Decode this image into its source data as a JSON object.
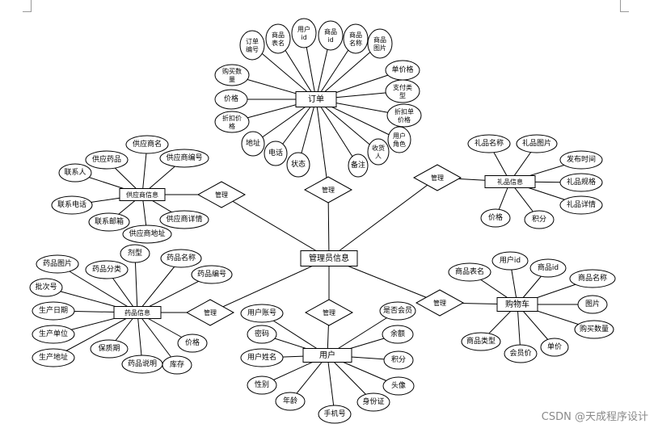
{
  "diagram": {
    "entities": [
      {
        "id": "order",
        "label": "订单"
      },
      {
        "id": "supplier",
        "label": "供应商信息"
      },
      {
        "id": "gift",
        "label": "礼品信息"
      },
      {
        "id": "admin",
        "label": "管理员信息"
      },
      {
        "id": "drug",
        "label": "药品信息"
      },
      {
        "id": "user",
        "label": "用户"
      },
      {
        "id": "cart",
        "label": "购物车"
      }
    ],
    "relationships": [
      {
        "id": "r_order",
        "label": "管理"
      },
      {
        "id": "r_supplier",
        "label": "管理"
      },
      {
        "id": "r_gift",
        "label": "管理"
      },
      {
        "id": "r_drug",
        "label": "管理"
      },
      {
        "id": "r_user",
        "label": "管理"
      },
      {
        "id": "r_cart",
        "label": "管理"
      }
    ],
    "attributes": [
      {
        "id": "o1",
        "label": "订单\n编号",
        "entity": "order"
      },
      {
        "id": "o2",
        "label": "商品\n表名",
        "entity": "order"
      },
      {
        "id": "o3",
        "label": "用户\nid",
        "entity": "order"
      },
      {
        "id": "o4",
        "label": "商品\nid",
        "entity": "order"
      },
      {
        "id": "o5",
        "label": "商品\n名称",
        "entity": "order"
      },
      {
        "id": "o6",
        "label": "商品\n图片",
        "entity": "order"
      },
      {
        "id": "o7",
        "label": "单价格",
        "entity": "order"
      },
      {
        "id": "o8",
        "label": "支付类\n型",
        "entity": "order"
      },
      {
        "id": "o9",
        "label": "折扣单\n价格",
        "entity": "order"
      },
      {
        "id": "o10",
        "label": "用户\n角色",
        "entity": "order"
      },
      {
        "id": "o11",
        "label": "收货\n人",
        "entity": "order"
      },
      {
        "id": "o12",
        "label": "备注",
        "entity": "order"
      },
      {
        "id": "o13",
        "label": "状态",
        "entity": "order"
      },
      {
        "id": "o14",
        "label": "电话",
        "entity": "order"
      },
      {
        "id": "o15",
        "label": "地址",
        "entity": "order"
      },
      {
        "id": "o16",
        "label": "折扣价\n格",
        "entity": "order"
      },
      {
        "id": "o17",
        "label": "价格",
        "entity": "order"
      },
      {
        "id": "o18",
        "label": "购买数\n量",
        "entity": "order"
      },
      {
        "id": "s1",
        "label": "供应商名",
        "entity": "supplier"
      },
      {
        "id": "s2",
        "label": "供应药品",
        "entity": "supplier"
      },
      {
        "id": "s3",
        "label": "供应商编号",
        "entity": "supplier"
      },
      {
        "id": "s4",
        "label": "联系人",
        "entity": "supplier"
      },
      {
        "id": "s5",
        "label": "联系电话",
        "entity": "supplier"
      },
      {
        "id": "s6",
        "label": "联系邮箱",
        "entity": "supplier"
      },
      {
        "id": "s7",
        "label": "供应商详情",
        "entity": "supplier"
      },
      {
        "id": "s8",
        "label": "供应商地址",
        "entity": "supplier"
      },
      {
        "id": "g1",
        "label": "礼品名称",
        "entity": "gift"
      },
      {
        "id": "g2",
        "label": "礼品图片",
        "entity": "gift"
      },
      {
        "id": "g3",
        "label": "发布时间",
        "entity": "gift"
      },
      {
        "id": "g4",
        "label": "礼品规格",
        "entity": "gift"
      },
      {
        "id": "g5",
        "label": "礼品详情",
        "entity": "gift"
      },
      {
        "id": "g6",
        "label": "价格",
        "entity": "gift"
      },
      {
        "id": "g7",
        "label": "积分",
        "entity": "gift"
      },
      {
        "id": "d1",
        "label": "剂型",
        "entity": "drug"
      },
      {
        "id": "d2",
        "label": "药品名称",
        "entity": "drug"
      },
      {
        "id": "d3",
        "label": "药品图片",
        "entity": "drug"
      },
      {
        "id": "d4",
        "label": "药品分类",
        "entity": "drug"
      },
      {
        "id": "d5",
        "label": "药品编号",
        "entity": "drug"
      },
      {
        "id": "d6",
        "label": "批次号",
        "entity": "drug"
      },
      {
        "id": "d7",
        "label": "生产日期",
        "entity": "drug"
      },
      {
        "id": "d8",
        "label": "生产单位",
        "entity": "drug"
      },
      {
        "id": "d9",
        "label": "生产地址",
        "entity": "drug"
      },
      {
        "id": "d10",
        "label": "保质期",
        "entity": "drug"
      },
      {
        "id": "d11",
        "label": "药品说明",
        "entity": "drug"
      },
      {
        "id": "d12",
        "label": "库存",
        "entity": "drug"
      },
      {
        "id": "d13",
        "label": "价格",
        "entity": "drug"
      },
      {
        "id": "u1",
        "label": "用户账号",
        "entity": "user"
      },
      {
        "id": "u2",
        "label": "密码",
        "entity": "user"
      },
      {
        "id": "u3",
        "label": "用户姓名",
        "entity": "user"
      },
      {
        "id": "u4",
        "label": "性别",
        "entity": "user"
      },
      {
        "id": "u5",
        "label": "年龄",
        "entity": "user"
      },
      {
        "id": "u6",
        "label": "手机号",
        "entity": "user"
      },
      {
        "id": "u7",
        "label": "身份证",
        "entity": "user"
      },
      {
        "id": "u8",
        "label": "头像",
        "entity": "user"
      },
      {
        "id": "u9",
        "label": "积分",
        "entity": "user"
      },
      {
        "id": "u10",
        "label": "余额",
        "entity": "user"
      },
      {
        "id": "u11",
        "label": "是否会员",
        "entity": "user"
      },
      {
        "id": "c1",
        "label": "商品表名",
        "entity": "cart"
      },
      {
        "id": "c2",
        "label": "用户id",
        "entity": "cart"
      },
      {
        "id": "c3",
        "label": "商品id",
        "entity": "cart"
      },
      {
        "id": "c4",
        "label": "商品名称",
        "entity": "cart"
      },
      {
        "id": "c5",
        "label": "图片",
        "entity": "cart"
      },
      {
        "id": "c6",
        "label": "购买数量",
        "entity": "cart"
      },
      {
        "id": "c7",
        "label": "单价",
        "entity": "cart"
      },
      {
        "id": "c8",
        "label": "会员价",
        "entity": "cart"
      },
      {
        "id": "c9",
        "label": "商品类型",
        "entity": "cart"
      }
    ]
  },
  "watermark": "CSDN @天成程序设计"
}
